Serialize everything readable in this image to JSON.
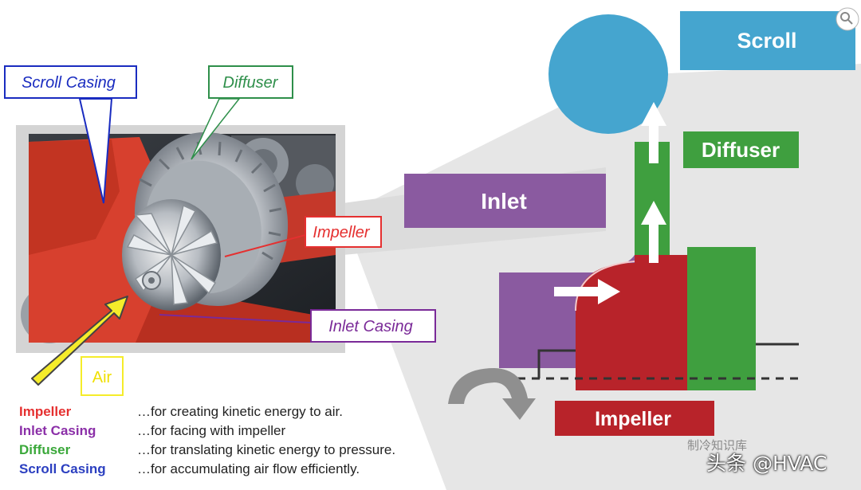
{
  "callouts": {
    "scroll_casing": "Scroll Casing",
    "diffuser": "Diffuser",
    "impeller": "Impeller",
    "inlet_casing": "Inlet Casing",
    "air": "Air"
  },
  "schematic": {
    "scroll": "Scroll",
    "diffuser": "Diffuser",
    "inlet": "Inlet",
    "impeller": "Impeller"
  },
  "legend": [
    {
      "term": "Impeller",
      "desc": "…for creating kinetic energy to air.",
      "color": "#e53030"
    },
    {
      "term": "Inlet Casing",
      "desc": "…for facing with impeller",
      "color": "#8b2fa8"
    },
    {
      "term": "Diffuser",
      "desc": "…for translating kinetic energy to pressure.",
      "color": "#3aa83a"
    },
    {
      "term": "Scroll Casing",
      "desc": "…for accumulating air flow efficiently.",
      "color": "#2b3fc0"
    }
  ],
  "watermark": {
    "main": "头条 @HVAC",
    "faint": "制冷知识库"
  },
  "colors": {
    "scroll": "#45a5cf",
    "diffuser": "#3f9f3f",
    "inlet": "#8a5aa0",
    "impeller": "#b8232a",
    "photo_red": "#d7402e"
  }
}
